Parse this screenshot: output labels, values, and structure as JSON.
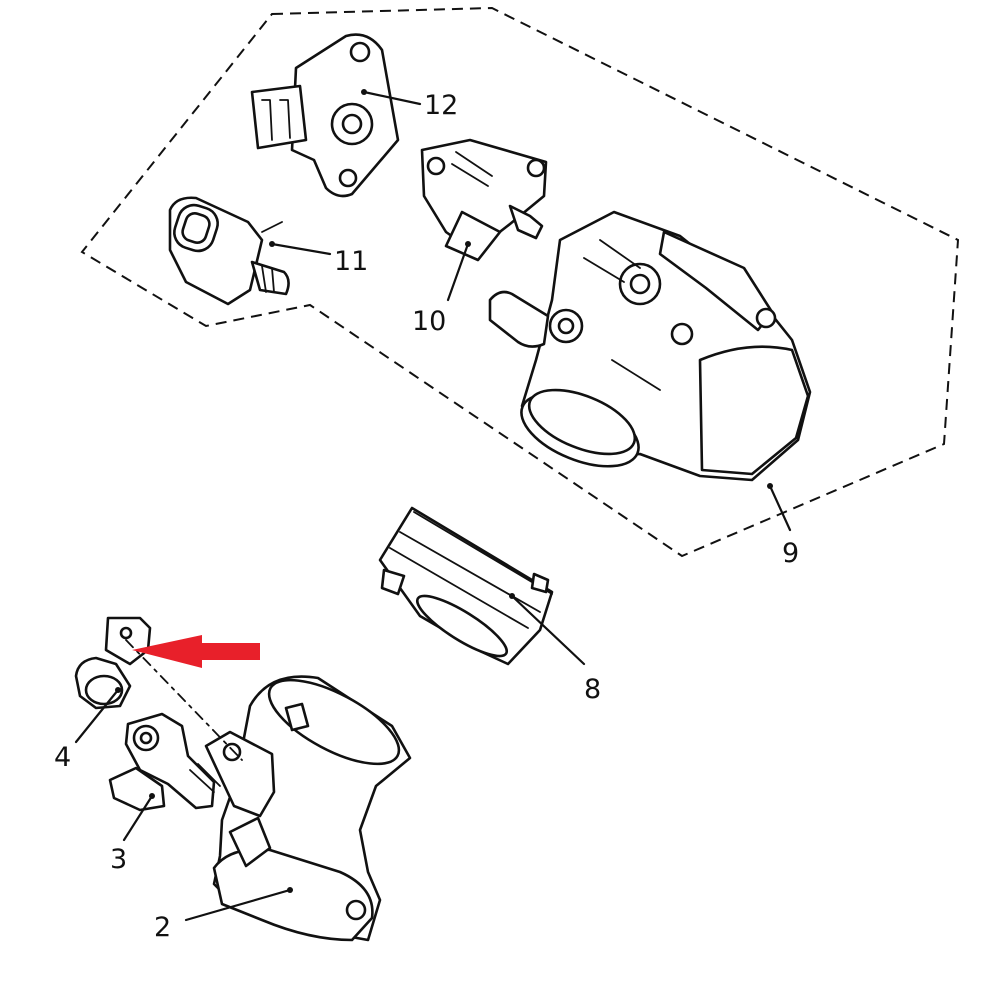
{
  "diagram": {
    "arrow_color": "#e8202a",
    "callouts": [
      {
        "id": "2",
        "label": "2"
      },
      {
        "id": "3",
        "label": "3"
      },
      {
        "id": "4",
        "label": "4"
      },
      {
        "id": "8",
        "label": "8"
      },
      {
        "id": "9",
        "label": "9"
      },
      {
        "id": "10",
        "label": "10"
      },
      {
        "id": "11",
        "label": "11"
      },
      {
        "id": "12",
        "label": "12"
      }
    ]
  }
}
